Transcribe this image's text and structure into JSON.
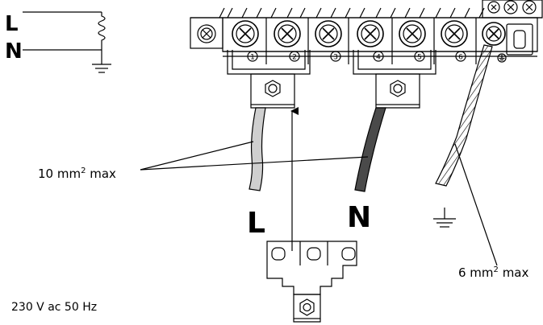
{
  "schematic": {
    "line_label": "L",
    "neutral_label": "N"
  },
  "terminals": [
    "1",
    "2",
    "3",
    "4",
    "5",
    "6"
  ],
  "labels": {
    "phase_cable_max": "10 mm",
    "phase_cable_unit_tail": " max",
    "earth_cable_max": "6 mm",
    "earth_cable_unit_tail": " max",
    "superscript": "2",
    "L": "L",
    "N": "N",
    "supply": "230 V ac 50 Hz"
  },
  "colors": {
    "line": "#000000",
    "neutral_cable": "#4a4a4a",
    "phase_cable": "#cfcfcf",
    "background": "#ffffff"
  },
  "icons": [
    "screw-icon",
    "earth-symbol-icon",
    "resistor-icon",
    "nut-icon"
  ]
}
